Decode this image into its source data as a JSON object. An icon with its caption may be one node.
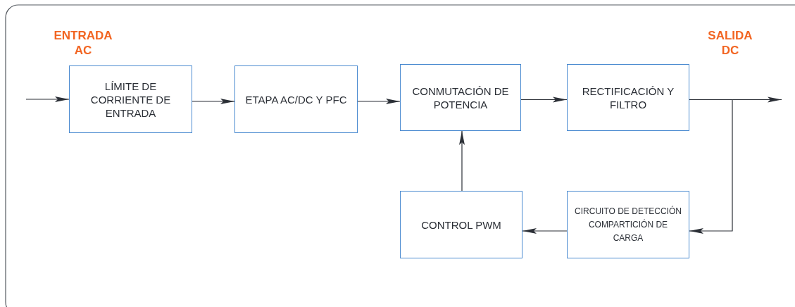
{
  "diagram": {
    "nodes": [
      {
        "text": [
          "LÍMITE DE CORRIENTE DE ENTRADA"
        ]
      },
      {
        "text": [
          "ETAPA AC/DC Y PFC"
        ]
      },
      {
        "text": [
          "CONMUTACIÓN DE POTENCIA"
        ]
      },
      {
        "text": [
          "RECTIFICACIÓN Y FILTRO"
        ]
      },
      {
        "text": [
          "CONTROL PWM"
        ]
      },
      {
        "text": [
          "CIRCUITO DE DETECCIÓN COMPARTICIÓN DE CARGA"
        ]
      }
    ],
    "edges": [
      {
        "from": null,
        "to": 0,
        "arrow": "to"
      },
      {
        "from": 0,
        "to": 1,
        "arrow": "to"
      },
      {
        "from": 1,
        "to": 2,
        "arrow": "to"
      },
      {
        "from": 2,
        "to": 3,
        "arrow": "to"
      },
      {
        "from": 3,
        "to": null,
        "arrow": "to"
      },
      {
        "from": 3,
        "to": 5,
        "arrow": "to"
      },
      {
        "from": 5,
        "to": 4,
        "arrow": "to"
      },
      {
        "from": 4,
        "to": 2,
        "arrow": "to"
      }
    ],
    "labels": [
      "ENTRADA AC",
      "SALIDA DC"
    ]
  }
}
